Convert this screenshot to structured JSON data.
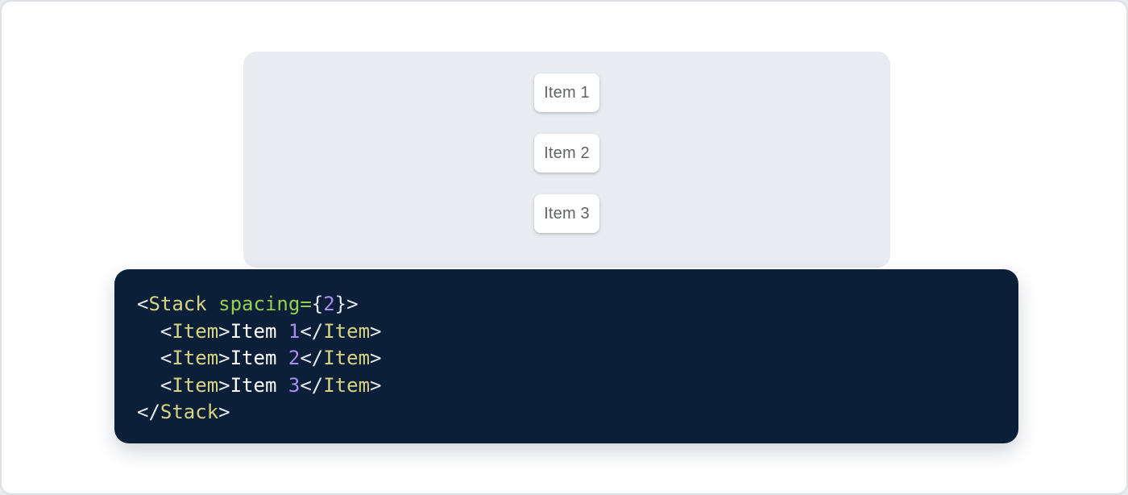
{
  "window": {
    "outer_background": "#e9ebee",
    "card_background": "#ffffff",
    "card_border_color": "#dcdfe3"
  },
  "demo": {
    "panel_background": "#e9ecf1",
    "item_text_color": "#5f6368",
    "items": [
      "Item 1",
      "Item 2",
      "Item 3"
    ]
  },
  "code_block": {
    "language": "jsx",
    "background": "#0b2038",
    "plain_text": "<Stack spacing={2}>\n  <Item>Item 1</Item>\n  <Item>Item 2</Item>\n  <Item>Item 3</Item>\n</Stack>",
    "token_colors": {
      "punctuation": "#e6eaf0",
      "tag": "#d8d283",
      "attr-name": "#95d04d",
      "operator": "#95d04d",
      "number": "#a98df2",
      "plain": "#ffffff"
    },
    "lines": [
      [
        {
          "t": "<",
          "c": "punctuation"
        },
        {
          "t": "Stack",
          "c": "tag"
        },
        {
          "t": " ",
          "c": "plain"
        },
        {
          "t": "spacing",
          "c": "attr-name"
        },
        {
          "t": "=",
          "c": "operator"
        },
        {
          "t": "{",
          "c": "punctuation"
        },
        {
          "t": "2",
          "c": "number"
        },
        {
          "t": "}",
          "c": "punctuation"
        },
        {
          "t": ">",
          "c": "punctuation"
        }
      ],
      [
        {
          "t": "  ",
          "c": "plain"
        },
        {
          "t": "<",
          "c": "punctuation"
        },
        {
          "t": "Item",
          "c": "tag"
        },
        {
          "t": ">",
          "c": "punctuation"
        },
        {
          "t": "Item ",
          "c": "plain"
        },
        {
          "t": "1",
          "c": "number"
        },
        {
          "t": "</",
          "c": "punctuation"
        },
        {
          "t": "Item",
          "c": "tag"
        },
        {
          "t": ">",
          "c": "punctuation"
        }
      ],
      [
        {
          "t": "  ",
          "c": "plain"
        },
        {
          "t": "<",
          "c": "punctuation"
        },
        {
          "t": "Item",
          "c": "tag"
        },
        {
          "t": ">",
          "c": "punctuation"
        },
        {
          "t": "Item ",
          "c": "plain"
        },
        {
          "t": "2",
          "c": "number"
        },
        {
          "t": "</",
          "c": "punctuation"
        },
        {
          "t": "Item",
          "c": "tag"
        },
        {
          "t": ">",
          "c": "punctuation"
        }
      ],
      [
        {
          "t": "  ",
          "c": "plain"
        },
        {
          "t": "<",
          "c": "punctuation"
        },
        {
          "t": "Item",
          "c": "tag"
        },
        {
          "t": ">",
          "c": "punctuation"
        },
        {
          "t": "Item ",
          "c": "plain"
        },
        {
          "t": "3",
          "c": "number"
        },
        {
          "t": "</",
          "c": "punctuation"
        },
        {
          "t": "Item",
          "c": "tag"
        },
        {
          "t": ">",
          "c": "punctuation"
        }
      ],
      [
        {
          "t": "</",
          "c": "punctuation"
        },
        {
          "t": "Stack",
          "c": "tag"
        },
        {
          "t": ">",
          "c": "punctuation"
        }
      ]
    ]
  }
}
